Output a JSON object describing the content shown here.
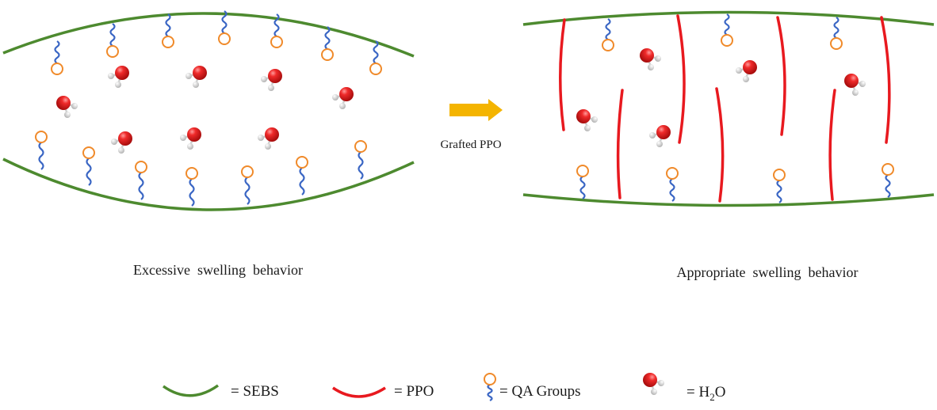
{
  "labels": {
    "left_caption": "Excessive  swelling  behavior",
    "right_caption": "Appropriate  swelling  behavior",
    "arrow_label": "Grafted PPO"
  },
  "legend": {
    "sebs": "= SEBS",
    "ppo": "= PPO",
    "qa": "= QA Groups",
    "h2o_prefix": "= H",
    "h2o_sub": "2",
    "h2o_suffix": "O"
  },
  "colors": {
    "sebs": "#4d8a2f",
    "ppo": "#e8191f",
    "qa_chain": "#3a66c4",
    "qa_ring": "#f08a2a",
    "arrow": "#f4b400",
    "oxygen": "#e01b1b",
    "hydrogen": "#e8e8e8"
  }
}
